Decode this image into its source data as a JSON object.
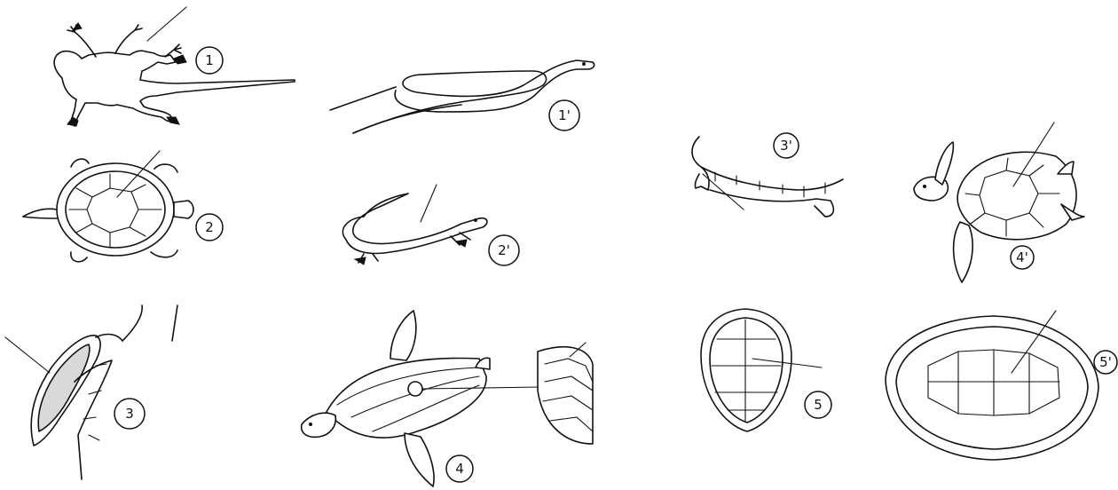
{
  "figure": {
    "labels": [
      {
        "id": "1",
        "text": "1"
      },
      {
        "id": "1p",
        "text": "1'"
      },
      {
        "id": "2",
        "text": "2"
      },
      {
        "id": "2p",
        "text": "2'"
      },
      {
        "id": "3",
        "text": "3"
      },
      {
        "id": "3p",
        "text": "3'"
      },
      {
        "id": "4",
        "text": "4"
      },
      {
        "id": "4p",
        "text": "4'"
      },
      {
        "id": "5",
        "text": "5"
      },
      {
        "id": "5p",
        "text": "5'"
      }
    ]
  },
  "colors": {
    "ink": "#111111",
    "paper": "#ffffff"
  }
}
